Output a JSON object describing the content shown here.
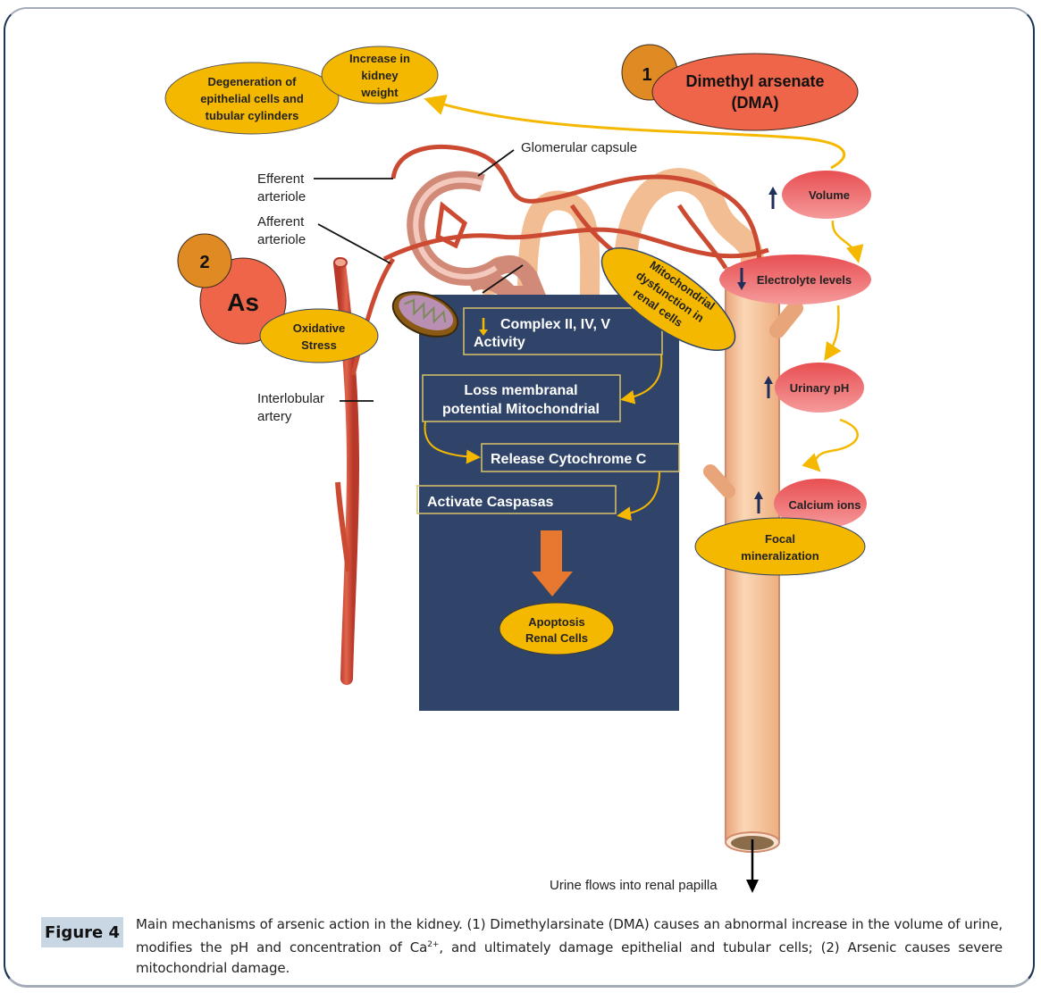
{
  "figure": {
    "label": "Figure 4",
    "caption_parts": [
      "Main mechanisms of arsenic action in the kidney. (1) Dimethylarsinate (DMA) causes an abnormal increase in the volume of urine, modifies the pH and concentration of Ca",
      "2+",
      ", and ultimately damage epithelial and tubular cells; (2) Arsenic causes severe mitochondrial damage."
    ]
  },
  "pathway1": {
    "number": "1",
    "agent_line1": "Dimethyl arsenate",
    "agent_line2": "(DMA)",
    "effects": [
      {
        "label": "Volume",
        "direction": "up"
      },
      {
        "label": "Electrolyte levels",
        "direction": "down"
      },
      {
        "label": "Urinary pH",
        "direction": "up"
      },
      {
        "label": "Calcium ions",
        "direction": "up"
      }
    ],
    "focal_line1": "Focal",
    "focal_line2": "mineralization",
    "kidney_weight": [
      "Increase in",
      "kidney",
      "weight"
    ],
    "degeneration": [
      "Degeneration of",
      "epithelial cells and",
      "tubular cylinders"
    ]
  },
  "pathway2": {
    "number": "2",
    "agent": "As",
    "oxidative_line1": "Oxidative",
    "oxidative_line2": "Stress",
    "mito_label": [
      "Mitochondrial",
      "dysfunction in",
      "renal cells"
    ],
    "steps": [
      {
        "line1": "Complex II, IV, V",
        "line2": "Activity",
        "direction": "down"
      },
      {
        "line1": "Loss membranal",
        "line2": "potential Mitochondrial"
      },
      {
        "line1": "Release Cytochrome C"
      },
      {
        "line1": "Activate Caspasas"
      }
    ],
    "outcome_line1": "Apoptosis",
    "outcome_line2": "Renal Cells"
  },
  "anatomy": {
    "glomerular_capsule": "Glomerular capsule",
    "efferent": [
      "Efferent",
      "arteriole"
    ],
    "afferent": [
      "Afferent",
      "arteriole"
    ],
    "interlobular": [
      "Interlobular",
      "artery"
    ],
    "urine_flow": "Urine flows into renal papilla"
  },
  "colors": {
    "yellow": "#f5b800",
    "salmon": "#ee6549",
    "orange_badge": "#e08a23",
    "pink": "#ef8184",
    "navy_panel": "#2f4468",
    "arrow_orange": "#e8782f",
    "vessel": "#cc4a32",
    "tubule": "#f6c49a"
  }
}
